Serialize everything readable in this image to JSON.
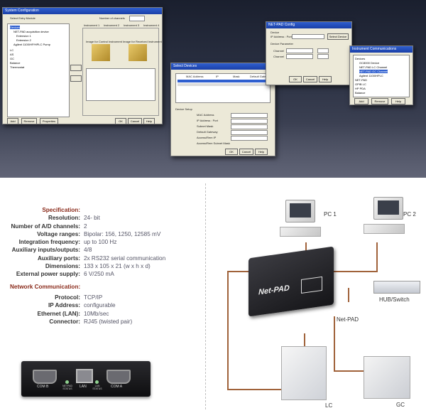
{
  "screens": {
    "win1_title": "System Configuration",
    "win1_lbl_entries": "Select Entry Module",
    "win1_lbl_number": "Number of channels",
    "win1_tabs": [
      "Instrument 1",
      "Instrument 2",
      "Instrument 3",
      "Instrument 4"
    ],
    "win1_tree": [
      "Devices",
      "NET-PAD acquisition device",
      "Extension 1",
      "Extension 2",
      "Agilent 1100/HP/HPLC Pump",
      "LC",
      "AS",
      "GC",
      "Balance",
      "Thermostat"
    ],
    "win1_img1": "Image for Control Instrument",
    "win1_img2": "Image for Received Instrument",
    "win1_buttons": [
      "Add",
      "Remove",
      "Properties",
      "OK",
      "Cancel",
      "Help"
    ],
    "win2_title": "Select Devices",
    "win2_cols": [
      "MAC Address",
      "IP",
      "Mask",
      "Default Gateway"
    ],
    "win2_section": "Device Setup",
    "win2_fields": [
      "MAC Address",
      "IP Address : Port",
      "Subnet Mask",
      "Default Gateway",
      "Access/Rem IP",
      "Access/Rem Subnet Mask"
    ],
    "win2_buttons": [
      "OK",
      "Cancel",
      "Help"
    ],
    "win3_title": "NET-PAD Config",
    "win3_section1": "Device",
    "win3_ip": "IP Address : Port",
    "win3_btn_select": "Select Device",
    "win3_section2": "Device Parameter",
    "win3_channel": "Channel",
    "win3_buttons": [
      "OK",
      "Cancel",
      "Help"
    ],
    "win4_title": "Instrument Communications",
    "win4_tree": [
      "Devices",
      "GC8000 Device",
      "NET-PAD LC Channel",
      "NET-PAD GC Channel",
      "Agilent 1100/HPLC",
      "NET-PAD",
      "GPIB LC",
      "HP PDA",
      "Balance"
    ],
    "win4_buttons": [
      "Add",
      "Remove",
      "Help"
    ]
  },
  "spec": {
    "heading": "Specification:",
    "rows": [
      {
        "k": "Resolution:",
        "v": "24- bit"
      },
      {
        "k": "Number of A/D channels:",
        "v": "2"
      },
      {
        "k": "Voltage ranges:",
        "v": "Bipolar: 156, 1250, 12585 mV"
      },
      {
        "k": "Integration frequency:",
        "v": "up to 100 Hz"
      },
      {
        "k": "Auxiliary inputs/outputs:",
        "v": "4/8"
      },
      {
        "k": "Auxiliary ports:",
        "v": "2x RS232 serial communication"
      },
      {
        "k": "Dimensions:",
        "v": "133 x 105 x 21 (w x h x d)"
      },
      {
        "k": "External power supply:",
        "v": "6 V/250 mA"
      }
    ]
  },
  "network": {
    "heading": "Network Communication:",
    "rows": [
      {
        "k": "Protocol:",
        "v": "TCP/IP"
      },
      {
        "k": "IP Address:",
        "v": "configurable"
      },
      {
        "k": "Ethernet (LAN):",
        "v": "10Mb/sec"
      },
      {
        "k": "Connector:",
        "v": "RJ45 (twisted pair)"
      }
    ]
  },
  "panel": {
    "com_b": "COM B",
    "lan": "LAN",
    "com_a": "COM A",
    "netpad_status": "NETPAD STATUS",
    "lan_status": "LAN STATUS"
  },
  "diagram": {
    "pc1": "PC 1",
    "pc2": "PC 2",
    "hub": "HUB/Switch",
    "netpad": "Net-PAD",
    "netpad_device_label": "Net-PAD",
    "lc": "LC",
    "gc": "GC"
  }
}
